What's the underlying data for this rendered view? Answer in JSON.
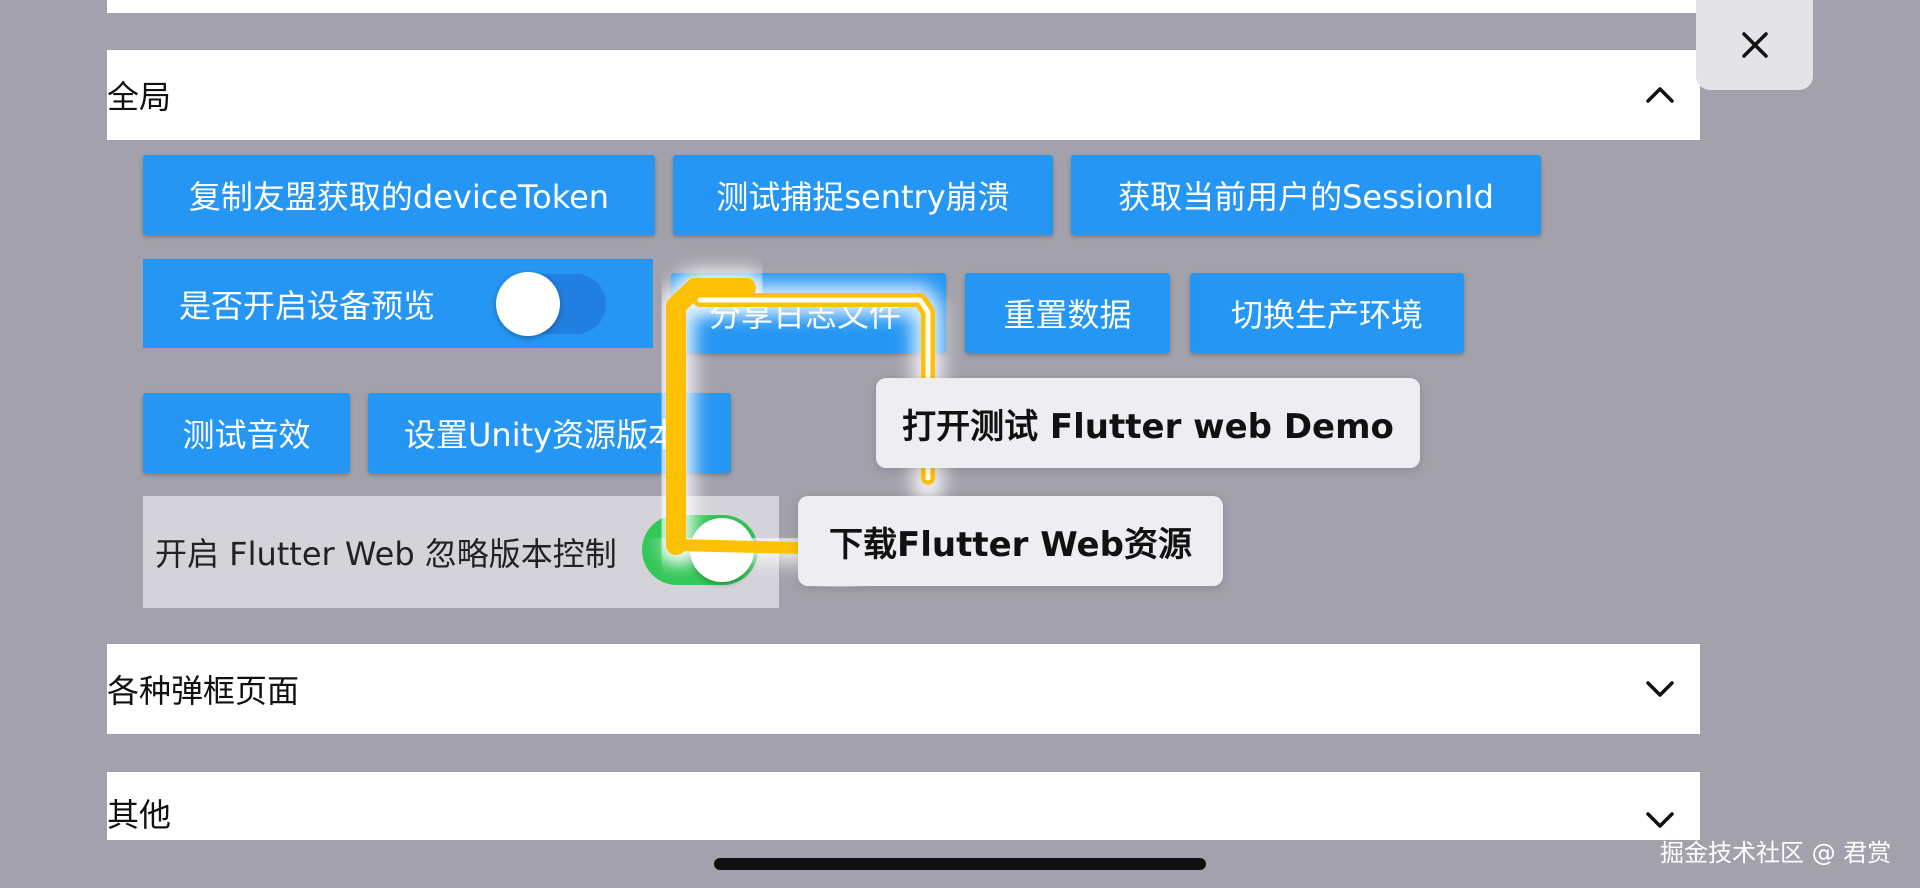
{
  "sections": {
    "global": {
      "title": "全局"
    },
    "dialogs": {
      "title": "各种弹框页面"
    },
    "other": {
      "title": "其他"
    }
  },
  "buttons": {
    "copy_token": "复制友盟获取的deviceToken",
    "test_sentry": "测试捕捉sentry崩溃",
    "get_session": "获取当前用户的SessionId",
    "partial_hidden": "分享日志文件",
    "reset_data": "重置数据",
    "switch_env": "切换生产环境",
    "test_sound": "测试音效",
    "set_unity": "设置Unity资源版本"
  },
  "toggles": {
    "device_preview": {
      "label": "是否开启设备预览",
      "on": false
    },
    "ignore_version": {
      "label": "开启 Flutter Web 忽略版本控制",
      "on": true
    }
  },
  "tooltips": {
    "open_flutter_demo": "打开测试 Flutter web Demo",
    "download_flutter": "下载Flutter Web资源"
  },
  "watermark": "掘金技术社区 @ 君赏",
  "colors": {
    "button_blue": "#2596f3",
    "toggle_on": "#34c759",
    "highlight": "#ffc107",
    "backdrop": "#a3a1ab"
  }
}
